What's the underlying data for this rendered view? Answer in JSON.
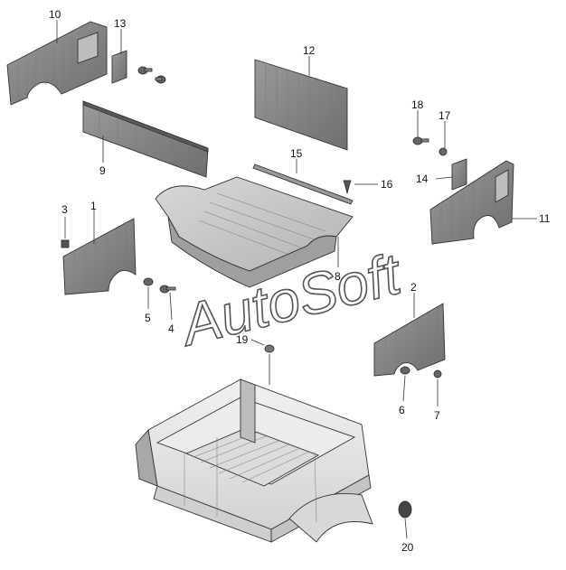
{
  "diagram": {
    "watermark": "AutoSoft",
    "callouts": {
      "c1": "1",
      "c2": "2",
      "c3": "3",
      "c4": "4",
      "c5": "5",
      "c6": "6",
      "c7": "7",
      "c8": "8",
      "c9": "9",
      "c10": "10",
      "c11": "11",
      "c12": "12",
      "c13": "13",
      "c14": "14",
      "c15": "15",
      "c16": "16",
      "c17": "17",
      "c18": "18",
      "c19": "19",
      "c20": "20"
    }
  }
}
